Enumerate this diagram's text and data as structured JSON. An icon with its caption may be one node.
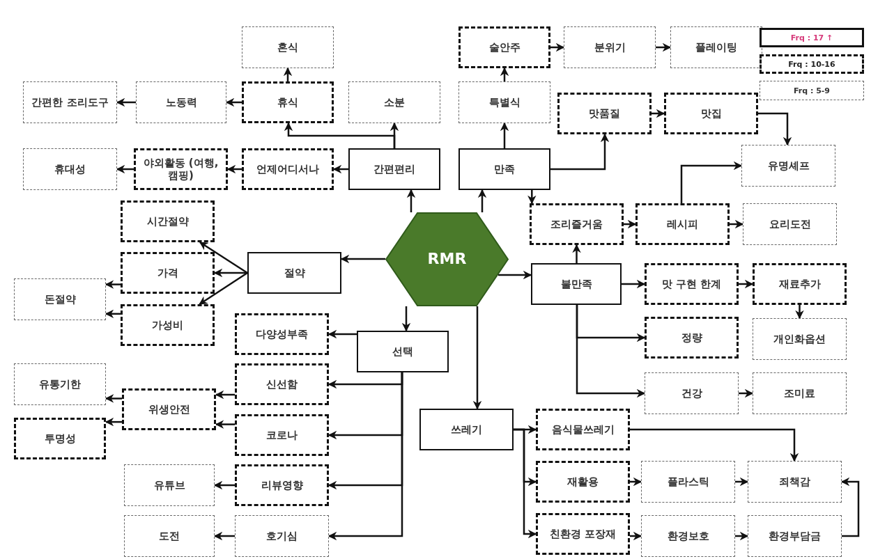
{
  "diagram": {
    "nodes": [
      {
        "text": [
          "혼식"
        ]
      },
      {
        "text": [
          "술안주"
        ]
      },
      {
        "text": [
          "분위기"
        ]
      },
      {
        "text": [
          "플레이팅"
        ]
      },
      {
        "text": [
          "간편한 조리도구"
        ]
      },
      {
        "text": [
          "노동력"
        ]
      },
      {
        "text": [
          "휴식"
        ]
      },
      {
        "text": [
          "소분"
        ]
      },
      {
        "text": [
          "특별식"
        ]
      },
      {
        "text": [
          "맛품질"
        ]
      },
      {
        "text": [
          "맛집"
        ]
      },
      {
        "text": [
          "휴대성"
        ]
      },
      {
        "text": [
          "야외활동 (여행,캠핑)"
        ]
      },
      {
        "text": [
          "언제어디서나"
        ]
      },
      {
        "text": [
          "간편편리"
        ]
      },
      {
        "text": [
          "만족"
        ]
      },
      {
        "text": [
          "유명셰프"
        ]
      },
      {
        "text": [
          "시간절약"
        ]
      },
      {
        "text": [
          "조리즐거움"
        ]
      },
      {
        "text": [
          "레시피"
        ]
      },
      {
        "text": [
          "요리도전"
        ]
      },
      {
        "text": [
          "RMR"
        ]
      },
      {
        "text": [
          "가격"
        ]
      },
      {
        "text": [
          "절약"
        ]
      },
      {
        "text": [
          "불만족"
        ]
      },
      {
        "text": [
          "맛 구현 한계"
        ]
      },
      {
        "text": [
          "재료추가"
        ]
      },
      {
        "text": [
          "돈절약"
        ]
      },
      {
        "text": [
          "가성비"
        ]
      },
      {
        "text": [
          "다양성부족"
        ]
      },
      {
        "text": [
          "선택"
        ]
      },
      {
        "text": [
          "정량"
        ]
      },
      {
        "text": [
          "개인화옵션"
        ]
      },
      {
        "text": [
          "유통기한"
        ]
      },
      {
        "text": [
          "신선함"
        ]
      },
      {
        "text": [
          "위생안전"
        ]
      },
      {
        "text": [
          "건강"
        ]
      },
      {
        "text": [
          "조미료"
        ]
      },
      {
        "text": [
          "쓰레기"
        ]
      },
      {
        "text": [
          "음식물쓰레기"
        ]
      },
      {
        "text": [
          "투명성"
        ]
      },
      {
        "text": [
          "코로나"
        ]
      },
      {
        "text": [
          "유튜브"
        ]
      },
      {
        "text": [
          "리뷰영향"
        ]
      },
      {
        "text": [
          "재활용"
        ]
      },
      {
        "text": [
          "플라스틱"
        ]
      },
      {
        "text": [
          "죄책감"
        ]
      },
      {
        "text": [
          "도전"
        ]
      },
      {
        "text": [
          "호기심"
        ]
      },
      {
        "text": [
          "친환경 포장재"
        ]
      },
      {
        "text": [
          "환경보호"
        ]
      },
      {
        "text": [
          "환경부담금"
        ]
      }
    ],
    "edges": [
      {
        "from": 21,
        "to": 14,
        "arrow": "to"
      },
      {
        "from": 21,
        "to": 15,
        "arrow": "to"
      },
      {
        "from": 21,
        "to": 23,
        "arrow": "to"
      },
      {
        "from": 21,
        "to": 24,
        "arrow": "to"
      },
      {
        "from": 21,
        "to": 30,
        "arrow": "to"
      },
      {
        "from": 21,
        "to": 38,
        "arrow": "to"
      },
      {
        "from": 14,
        "to": 6,
        "arrow": "to"
      },
      {
        "from": 14,
        "to": 7,
        "arrow": "to"
      },
      {
        "from": 15,
        "to": 8,
        "arrow": "to"
      },
      {
        "from": 14,
        "to": 13,
        "arrow": "to"
      },
      {
        "from": 6,
        "to": 0,
        "arrow": "to"
      },
      {
        "from": 6,
        "to": 5,
        "arrow": "to"
      },
      {
        "from": 5,
        "to": 4,
        "arrow": "to"
      },
      {
        "from": 13,
        "to": 12,
        "arrow": "to"
      },
      {
        "from": 12,
        "to": 11,
        "arrow": "to"
      },
      {
        "from": 8,
        "to": 1,
        "arrow": "to"
      },
      {
        "from": 1,
        "to": 2,
        "arrow": "to"
      },
      {
        "from": 2,
        "to": 3,
        "arrow": "to"
      },
      {
        "from": 15,
        "to": 9,
        "arrow": "to"
      },
      {
        "from": 9,
        "to": 10,
        "arrow": "to"
      },
      {
        "from": 10,
        "to": 16,
        "arrow": "to"
      },
      {
        "from": 15,
        "to": 18,
        "arrow": "to"
      },
      {
        "from": 24,
        "to": 18,
        "arrow": "to"
      },
      {
        "from": 18,
        "to": 19,
        "arrow": "to"
      },
      {
        "from": 19,
        "to": 20,
        "arrow": "to"
      },
      {
        "from": 19,
        "to": 16,
        "arrow": "to"
      },
      {
        "from": 23,
        "to": 17,
        "arrow": "to"
      },
      {
        "from": 23,
        "to": 22,
        "arrow": "to"
      },
      {
        "from": 23,
        "to": 28,
        "arrow": "to"
      },
      {
        "from": 22,
        "to": 27,
        "arrow": "to"
      },
      {
        "from": 28,
        "to": 27,
        "arrow": "to"
      },
      {
        "from": 24,
        "to": 25,
        "arrow": "to"
      },
      {
        "from": 25,
        "to": 26,
        "arrow": "to"
      },
      {
        "from": 26,
        "to": 32,
        "arrow": "to"
      },
      {
        "from": 24,
        "to": 31,
        "arrow": "to"
      },
      {
        "from": 24,
        "to": 36,
        "arrow": "to"
      },
      {
        "from": 36,
        "to": 37,
        "arrow": "to"
      },
      {
        "from": 30,
        "to": 29,
        "arrow": "to"
      },
      {
        "from": 30,
        "to": 34,
        "arrow": "to"
      },
      {
        "from": 30,
        "to": 41,
        "arrow": "to"
      },
      {
        "from": 30,
        "to": 43,
        "arrow": "to"
      },
      {
        "from": 30,
        "to": 48,
        "arrow": "to"
      },
      {
        "from": 34,
        "to": 35,
        "arrow": "to"
      },
      {
        "from": 41,
        "to": 35,
        "arrow": "to"
      },
      {
        "from": 35,
        "to": 33,
        "arrow": "to"
      },
      {
        "from": 35,
        "to": 40,
        "arrow": "to"
      },
      {
        "from": 43,
        "to": 42,
        "arrow": "to"
      },
      {
        "from": 48,
        "to": 47,
        "arrow": "to"
      },
      {
        "from": 38,
        "to": 39,
        "arrow": "to"
      },
      {
        "from": 38,
        "to": 44,
        "arrow": "to"
      },
      {
        "from": 38,
        "to": 49,
        "arrow": "to"
      },
      {
        "from": 39,
        "to": 46,
        "arrow": "to"
      },
      {
        "from": 44,
        "to": 45,
        "arrow": "to"
      },
      {
        "from": 45,
        "to": 46,
        "arrow": "to"
      },
      {
        "from": 49,
        "to": 50,
        "arrow": "to"
      },
      {
        "from": 50,
        "to": 51,
        "arrow": "to"
      },
      {
        "from": 51,
        "to": 46,
        "arrow": "to"
      }
    ],
    "legend": [
      {
        "text": "Frq : 17 ↑"
      },
      {
        "text": "Frq : 10-16"
      },
      {
        "text": "Frq : 5-9"
      }
    ]
  }
}
